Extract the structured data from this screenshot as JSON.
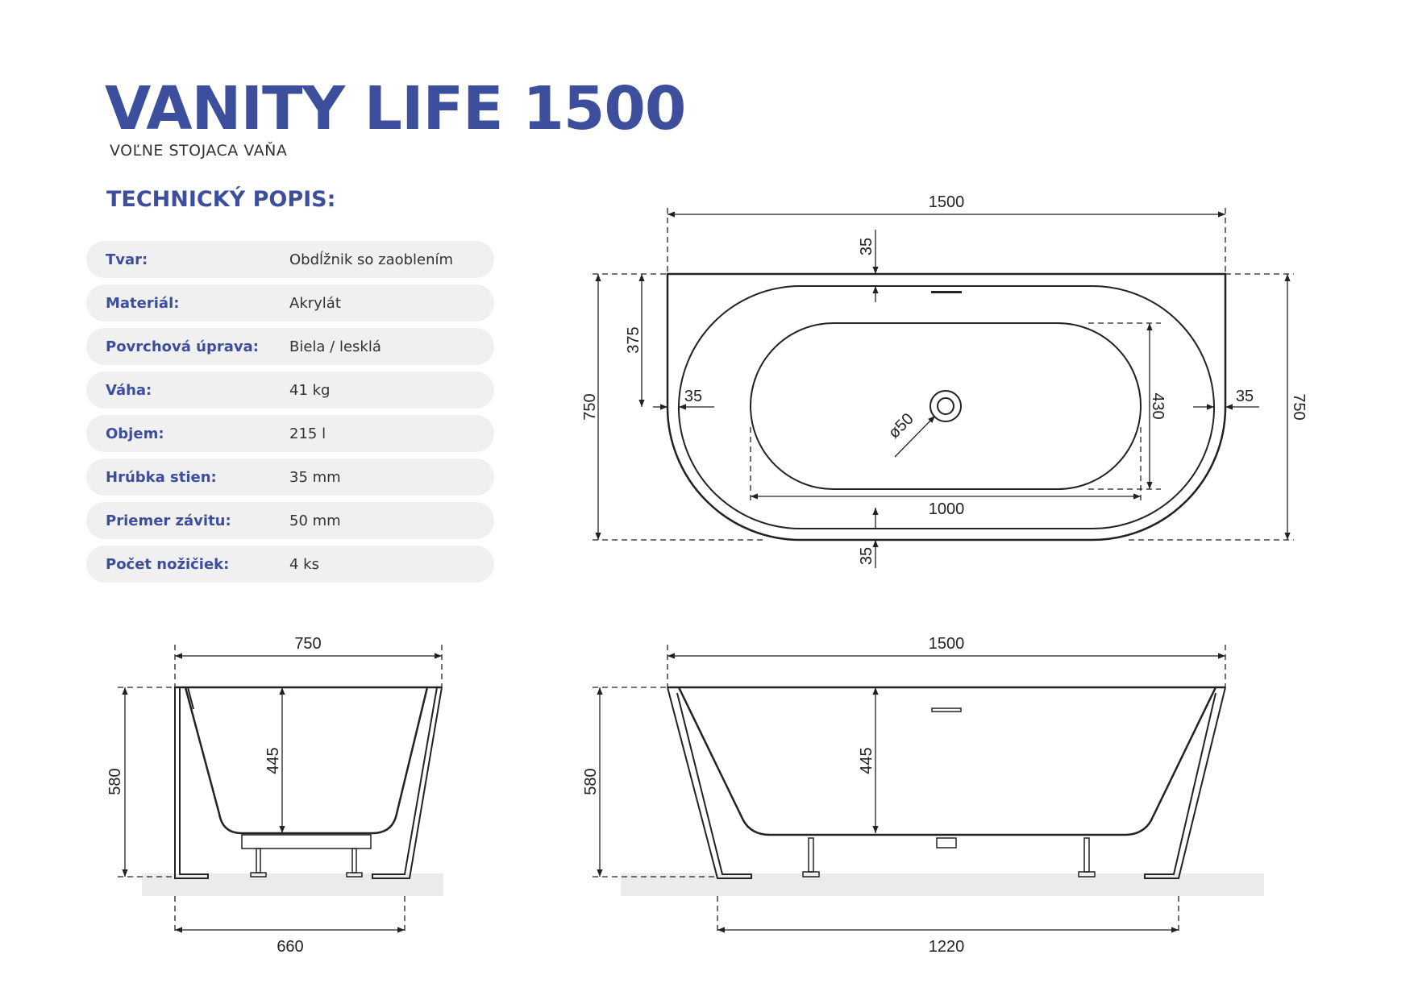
{
  "product": {
    "title": "VANITY LIFE 1500",
    "subtitle": "VOĽNE STOJACA VAŇA"
  },
  "specs": {
    "heading": "TECHNICKÝ POPIS:",
    "rows": [
      {
        "label": "Tvar:",
        "value": "Obdĺžnik so zaoblením"
      },
      {
        "label": "Materiál:",
        "value": "Akrylát"
      },
      {
        "label": "Povrchová úprava:",
        "value": "Biela / lesklá"
      },
      {
        "label": "Váha:",
        "value": "41 kg"
      },
      {
        "label": "Objem:",
        "value": "215 l"
      },
      {
        "label": "Hrúbka stien:",
        "value": "35 mm"
      },
      {
        "label": "Priemer závitu:",
        "value": "50 mm"
      },
      {
        "label": "Počet nožičiek:",
        "value": "4 ks"
      }
    ]
  },
  "top_view": {
    "total_length": "1500",
    "total_width": "750",
    "width_right": "750",
    "wall_top": "35",
    "wall_bottom": "35",
    "wall_left": "35",
    "wall_right": "35",
    "inner_half_width": "375",
    "inner_width": "430",
    "inner_length": "1000",
    "drain_diameter": "ø50"
  },
  "side_view": {
    "top_width": "750",
    "height": "580",
    "depth": "445",
    "base_width": "660"
  },
  "front_view": {
    "top_length": "1500",
    "height": "580",
    "depth": "445",
    "base_length": "1220"
  },
  "colors": {
    "accent": "#3d4e9c",
    "row_background": "#f0f0f0",
    "floor": "#ebebeb",
    "line": "#222222"
  }
}
